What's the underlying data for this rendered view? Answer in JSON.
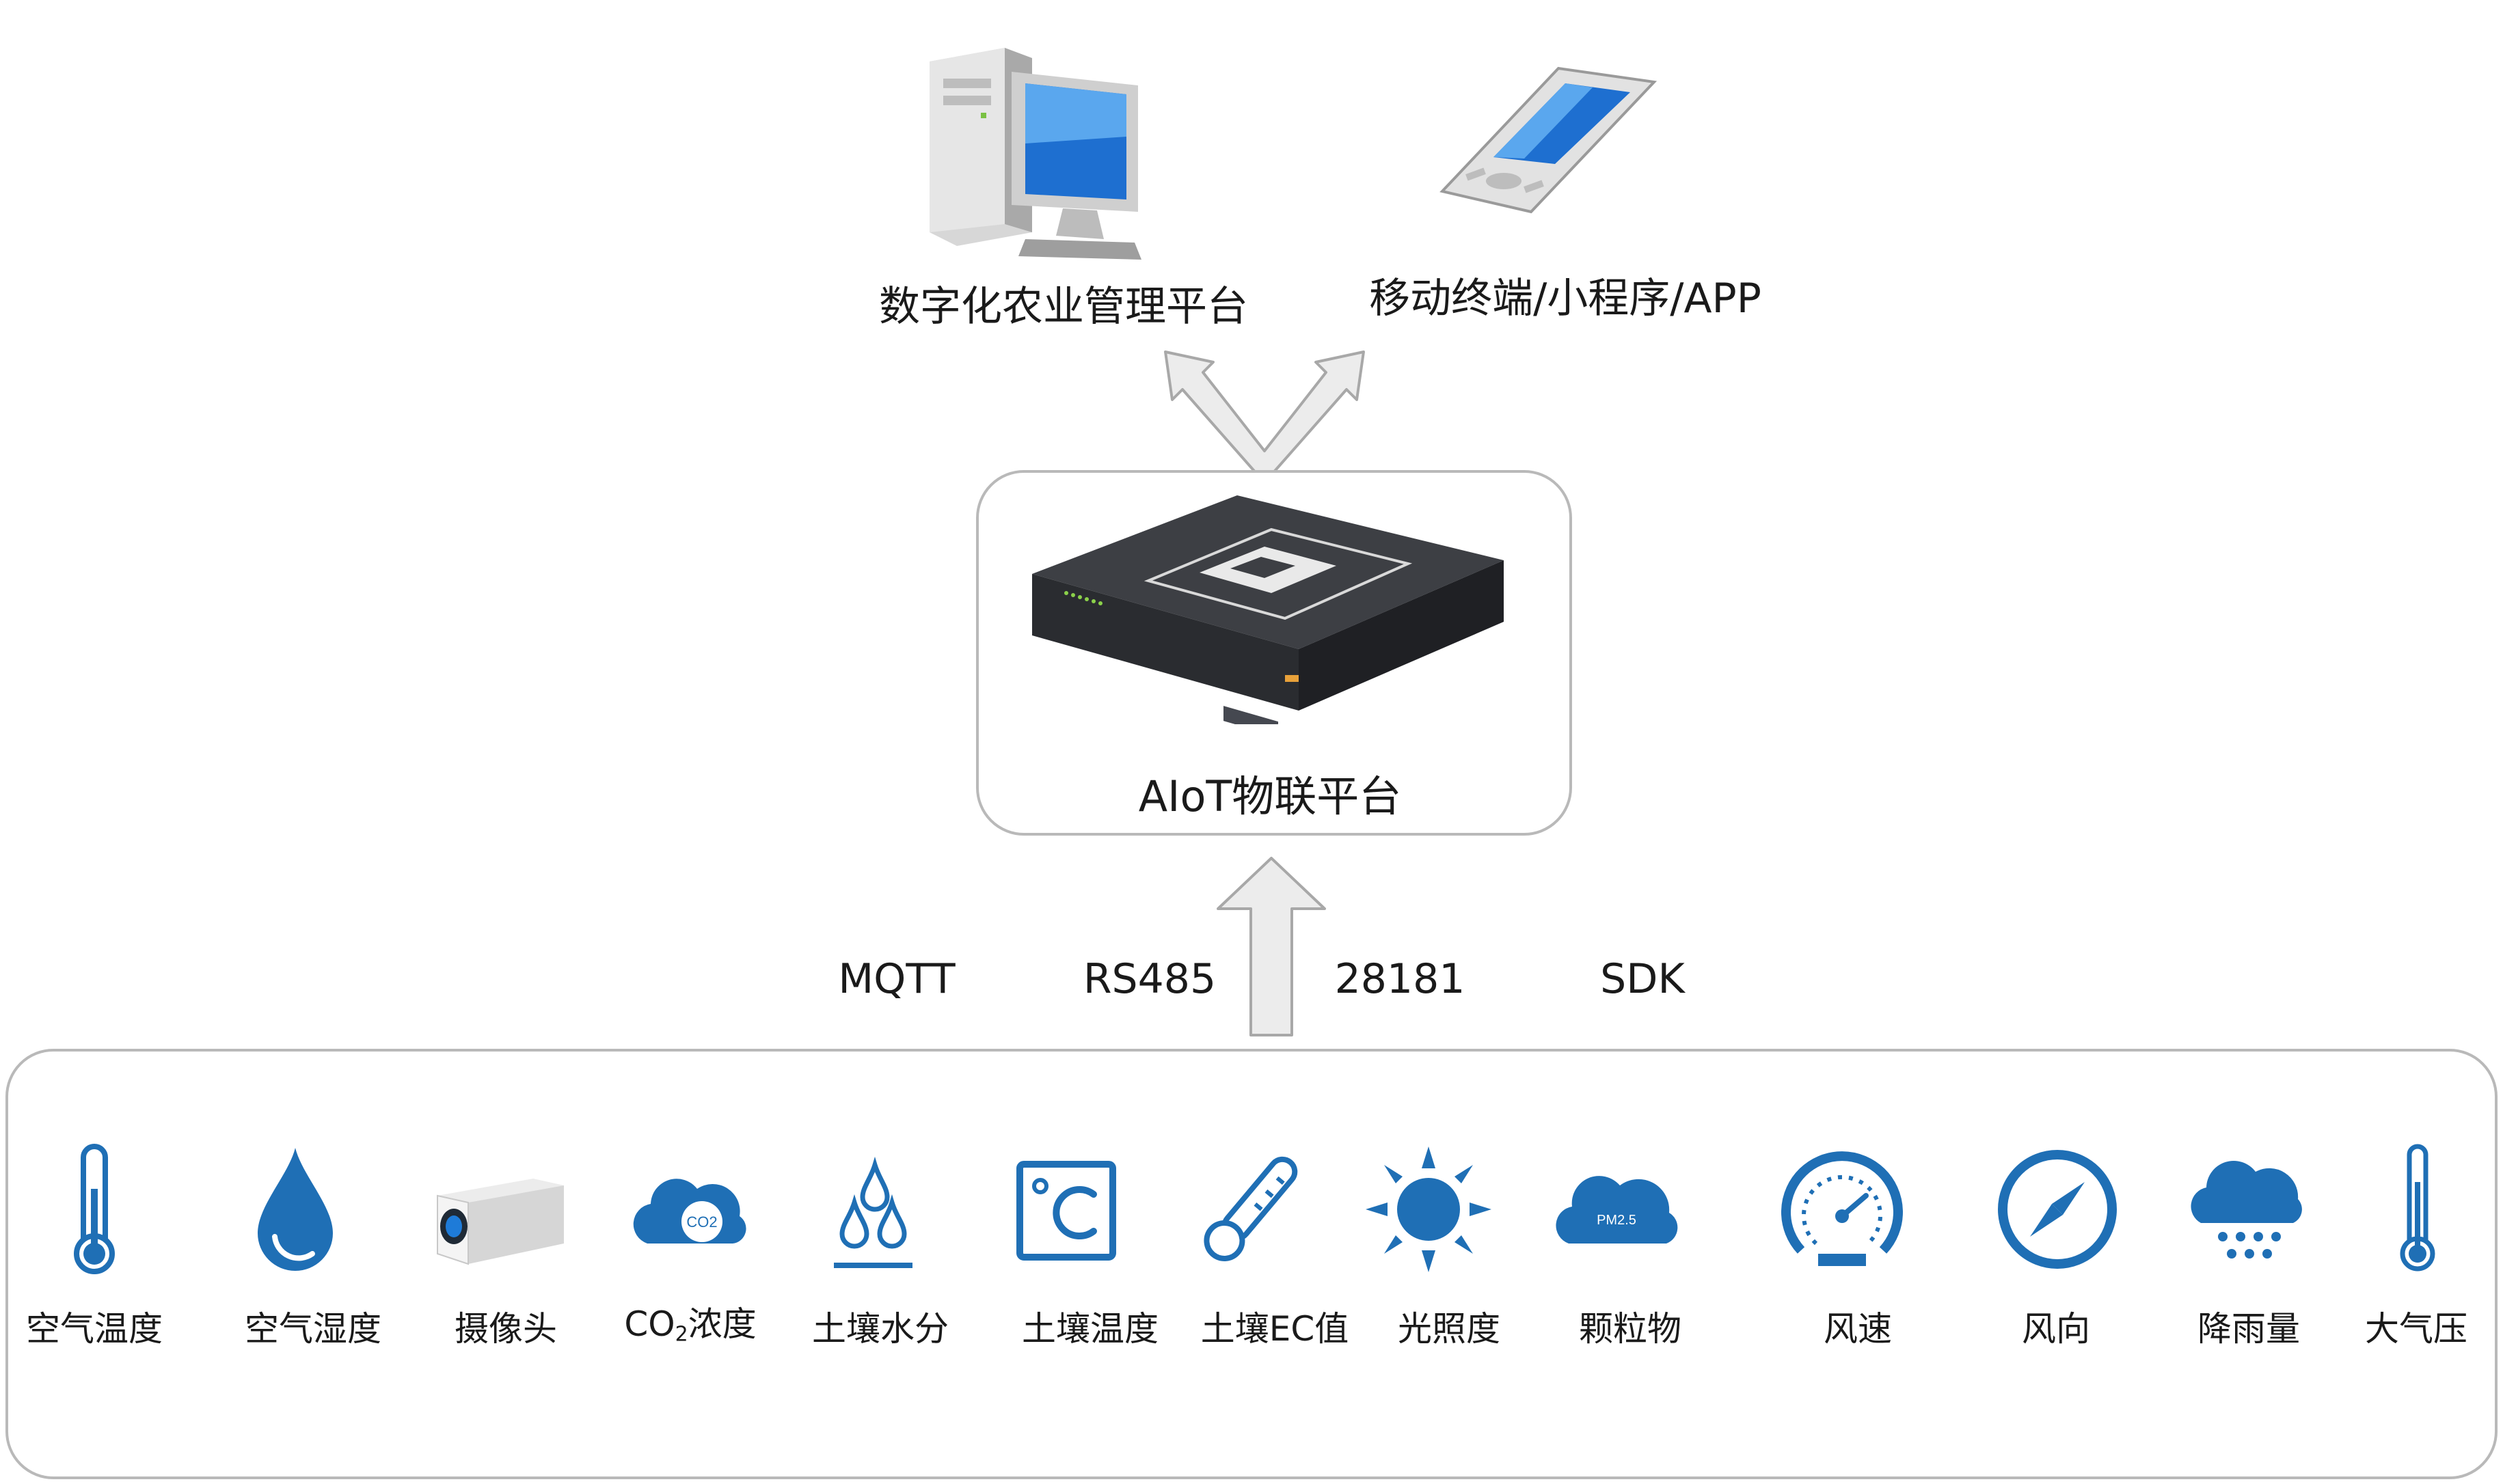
{
  "top_nodes": [
    {
      "label": "数字化农业管理平台",
      "icon": "desktop-computer-icon"
    },
    {
      "label": "移动终端/小程序/APP",
      "icon": "mobile-phone-icon"
    }
  ],
  "platform": {
    "label": "AIoT物联平台",
    "icon": "server-rack-icon"
  },
  "protocols": [
    "MQTT",
    "RS485",
    "28181",
    "SDK"
  ],
  "sensors": [
    {
      "label": "空气温度",
      "icon": "thermometer-icon"
    },
    {
      "label": "空气湿度",
      "icon": "water-drop-icon"
    },
    {
      "label": "摄像头",
      "icon": "camera-icon"
    },
    {
      "label_main": "CO",
      "label_sub": "2",
      "label_tail": "浓度",
      "icon": "co2-cloud-icon",
      "icon_text": "CO2"
    },
    {
      "label": "土壤水分",
      "icon": "soil-moisture-icon"
    },
    {
      "label": "土壤温度",
      "icon": "celsius-icon"
    },
    {
      "label": "土壤EC值",
      "icon": "probe-thermometer-icon"
    },
    {
      "label": "光照度",
      "icon": "sun-icon"
    },
    {
      "label": "颗粒物",
      "icon": "pm25-cloud-icon",
      "icon_text": "PM2.5"
    },
    {
      "label": "风速",
      "icon": "speedometer-icon"
    },
    {
      "label": "风向",
      "icon": "compass-icon"
    },
    {
      "label": "降雨量",
      "icon": "rain-cloud-icon"
    },
    {
      "label": "大气压",
      "icon": "barometer-thermometer-icon"
    }
  ],
  "colors": {
    "icon_blue": "#1f6fb5",
    "arrow_fill": "#ececec",
    "arrow_stroke": "#a8a8a8",
    "box_border": "#b9b9b9"
  }
}
